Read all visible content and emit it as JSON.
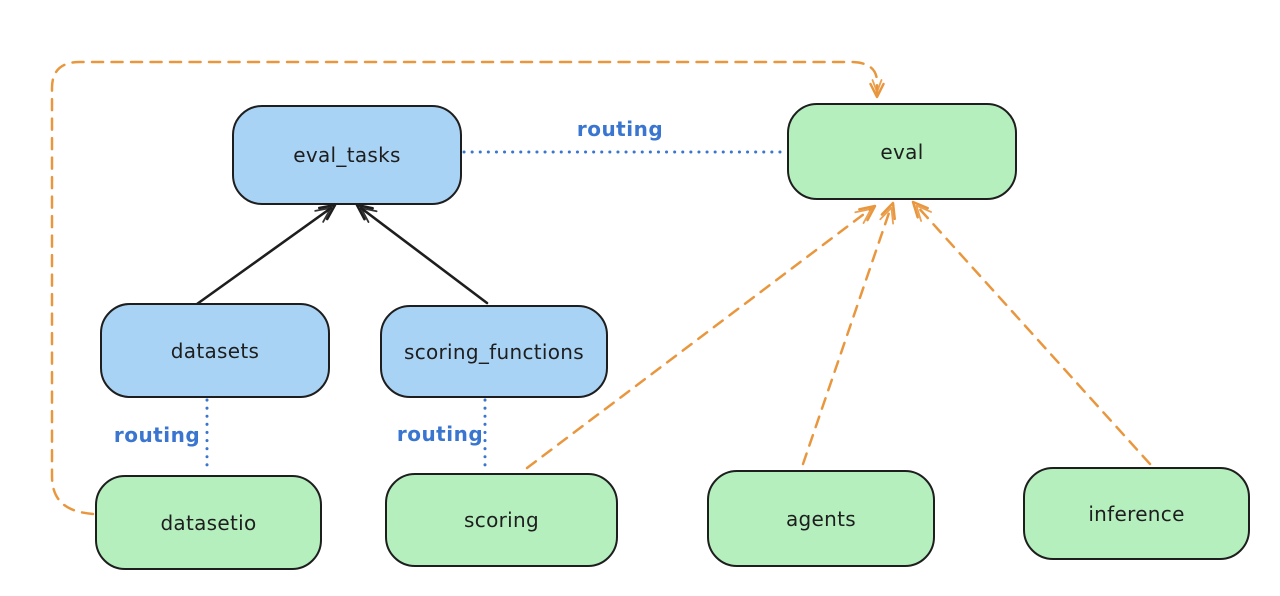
{
  "diagram": {
    "background_color": "#ffffff",
    "colors": {
      "node_border": "#1e1e1e",
      "resource_fill_blue": "#a9d3f5",
      "provider_fill_green": "#b4efbd",
      "routing_color": "#3a76cf",
      "provider_arrow_color": "#e9973e",
      "solid_arrow_color": "#1e1e1e"
    },
    "nodes": {
      "eval_tasks": {
        "label": "eval_tasks",
        "fill": "#a9d3f5"
      },
      "eval": {
        "label": "eval",
        "fill": "#b4efbd"
      },
      "datasets": {
        "label": "datasets",
        "fill": "#a9d3f5"
      },
      "scoring_functions": {
        "label": "scoring_functions",
        "fill": "#a9d3f5"
      },
      "datasetio": {
        "label": "datasetio",
        "fill": "#b4efbd"
      },
      "scoring": {
        "label": "scoring",
        "fill": "#b4efbd"
      },
      "agents": {
        "label": "agents",
        "fill": "#b4efbd"
      },
      "inference": {
        "label": "inference",
        "fill": "#b4efbd"
      }
    },
    "edges": [
      {
        "from": "datasets",
        "to": "eval_tasks",
        "style": "solid-black-arrow"
      },
      {
        "from": "scoring_functions",
        "to": "eval_tasks",
        "style": "solid-black-arrow"
      },
      {
        "from": "eval_tasks",
        "to": "eval",
        "style": "dotted-blue",
        "label": "routing"
      },
      {
        "from": "datasets",
        "to": "datasetio",
        "style": "dotted-blue",
        "label": "routing"
      },
      {
        "from": "scoring_functions",
        "to": "scoring",
        "style": "dotted-blue",
        "label": "routing"
      },
      {
        "from": "datasetio",
        "to": "eval",
        "style": "dashed-orange-arrow"
      },
      {
        "from": "scoring",
        "to": "eval",
        "style": "dashed-orange-arrow"
      },
      {
        "from": "agents",
        "to": "eval",
        "style": "dashed-orange-arrow"
      },
      {
        "from": "inference",
        "to": "eval",
        "style": "dashed-orange-arrow"
      }
    ],
    "edge_labels": {
      "routing_eval": "routing",
      "routing_datasetio": "routing",
      "routing_scoring": "routing"
    }
  }
}
